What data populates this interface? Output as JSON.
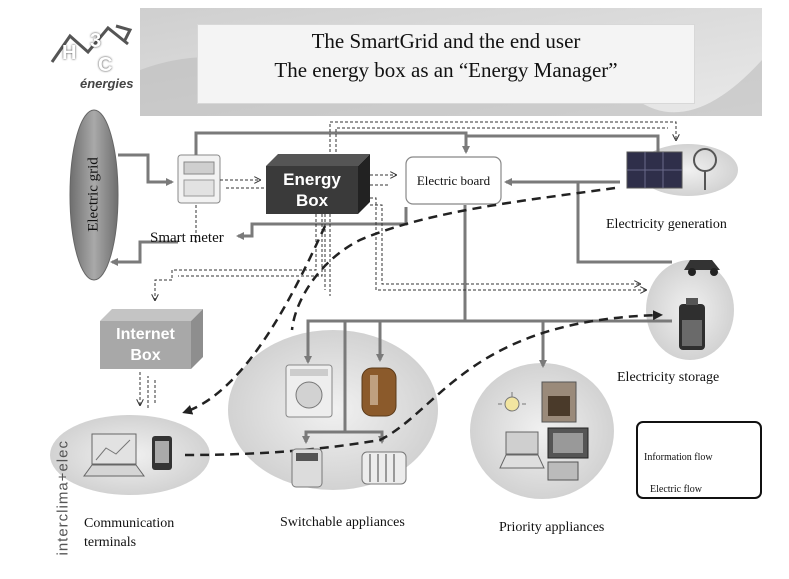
{
  "title": {
    "line1": "The SmartGrid and the end user",
    "line2": "The energy box as an “Energy Manager”"
  },
  "logo": {
    "letters": [
      "H",
      "3",
      "C"
    ],
    "text": "énergies"
  },
  "nodes": {
    "electric_grid": "Electric grid",
    "smart_meter": "Smart meter",
    "energy_box": [
      "Energy",
      "Box"
    ],
    "electric_board": "Electric board",
    "internet_box": [
      "Internet",
      "Box"
    ],
    "electricity_generation": "Electricity generation",
    "electricity_storage": "Electricity storage",
    "communication_terminals": [
      "Communication",
      "terminals"
    ],
    "switchable_appliances": "Switchable appliances",
    "priority_appliances": "Priority appliances"
  },
  "legend": {
    "information_flow": "Information flow",
    "electric_flow": "Electric flow"
  },
  "vertical_logo": {
    "brand": "interclima+elec"
  },
  "colors": {
    "electric_flow": "#7a7a7a",
    "information_flow": "#444444",
    "energy_box": "#3a3a3a",
    "internet_box": "#a8a8a8",
    "grid": "#8c8c8c",
    "cloud": "#dcdcdc"
  }
}
